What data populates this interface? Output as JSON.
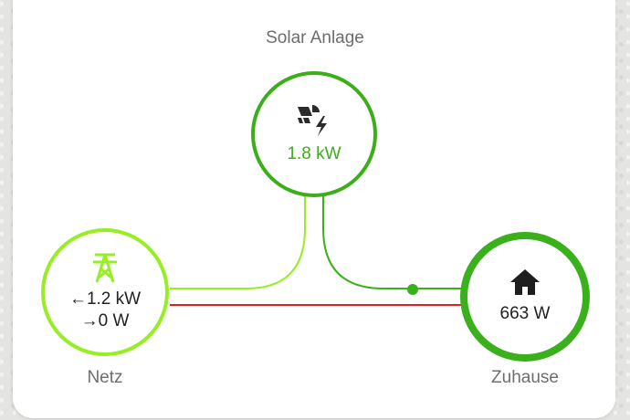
{
  "solar": {
    "label": "Solar Anlage",
    "value": "1.8 kW",
    "icon": "solar-power-icon",
    "color": "#3cae1a"
  },
  "grid": {
    "label": "Netz",
    "import_value": "←1.2 kW",
    "export_value": "→0 W",
    "icon": "transmission-tower-icon",
    "color": "#97ee22"
  },
  "home": {
    "label": "Zuhause",
    "value": "663 W",
    "icon": "home-icon",
    "color": "#3ab01c"
  },
  "flows": {
    "solar_to_grid_color": "#97ee22",
    "solar_to_home_color": "#3ab01c",
    "grid_to_home_color": "#e0201c"
  }
}
